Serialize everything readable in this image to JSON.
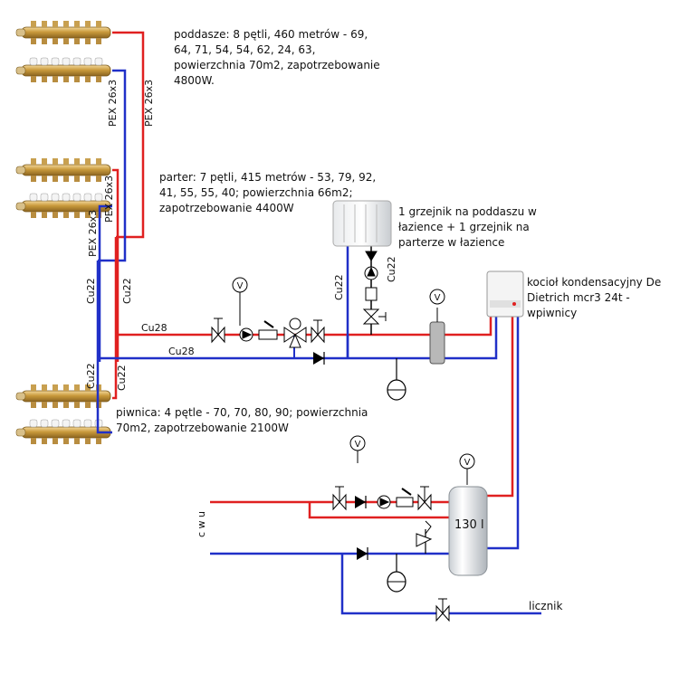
{
  "annotations": {
    "attic": "poddasze: 8 pętli, 460 metrów - 69, 64, 71, 54, 54, 62, 24, 63, powierzchnia 70m2, zapotrzebowanie 4800W.",
    "ground_floor": "parter: 7 pętli, 415 metrów - 53, 79, 92, 41, 55, 55, 40; powierzchnia 66m2; zapotrzebowanie 4400W",
    "radiators": "1 grzejnik na poddaszu w łazience + 1 grzejnik na parterze w łazience",
    "boiler": "kocioł kondensacyjny De Dietrich mcr3 24t - wpiwnicy",
    "basement": "piwnica: 4 pętle - 70, 70, 80, 90; powierzchnia 70m2, zapotrzebowanie 2100W"
  },
  "pipe_labels": {
    "pex_a": "PEX 26x3",
    "pex_b": "PEX 26x3",
    "pex_c": "PEX 26x3",
    "pex_d": "PEX 26x3",
    "cu22_left": "Cu22",
    "cu22_mid": "Cu22",
    "cu22_low_blue": "Cu22",
    "cu22_low_red": "Cu22",
    "cu22_top": "Cu22",
    "cu22_radiator": "Cu22",
    "cu28_red": "Cu28",
    "cu28_blue": "Cu28"
  },
  "tank": {
    "label": "130 l"
  },
  "dhw": {
    "label": "c w u"
  },
  "meter": {
    "label": "licznik"
  },
  "gauge": {
    "symbol": "V"
  },
  "colors": {
    "supply": "#e02020",
    "return": "#2030c8",
    "pipe_black": "#000000"
  }
}
